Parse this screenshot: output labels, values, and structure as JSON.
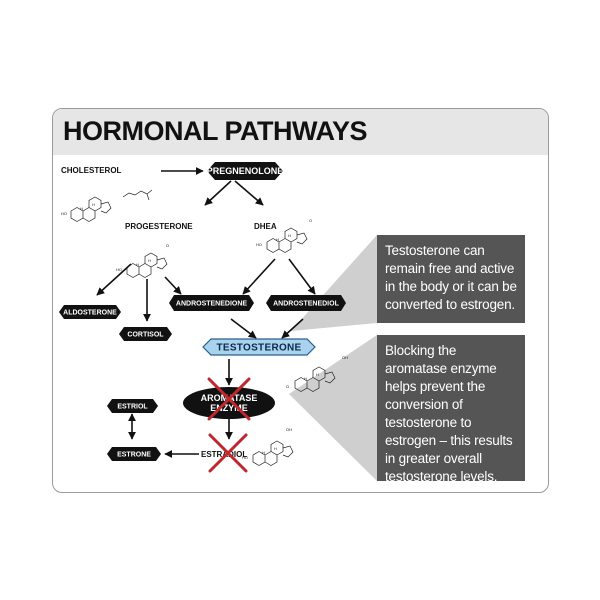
{
  "title": "HORMONAL PATHWAYS",
  "nodes": {
    "cholesterol": "CHOLESTEROL",
    "pregnenolone": "PREGNENOLONE",
    "progesterone": "PROGESTERONE",
    "dhea": "DHEA",
    "aldosterone": "ALDOSTERONE",
    "cortisol": "CORTISOL",
    "androstenedione": "ANDROSTENEDIONE",
    "androstenediol": "ANDROSTENEDIOL",
    "testosterone": "TESTOSTERONE",
    "aromatase_line1": "AROMATASE",
    "aromatase_line2": "ENZYME",
    "estradiol": "ESTRADIOL",
    "estriol": "ESTRIOL",
    "estrone": "ESTRONE"
  },
  "info_boxes": [
    "Testosterone can remain free and active in the body or it can be converted to estrogen.",
    "Blocking the aromatase enzyme helps prevent the conversion of testosterone to estrogen – this results in greater overall testosterone levels."
  ],
  "molecule_labels": {
    "ho": "HO",
    "o": "O",
    "oh": "OH",
    "h": "H"
  },
  "colors": {
    "pill": "#111111",
    "testosterone_fill": "#a8d2ee",
    "testosterone_border": "#2c5f8a",
    "info_box": "#555555",
    "callout": "#cfcfcf",
    "title_bar": "#e6e6e6",
    "block_x": "#c0272d"
  }
}
